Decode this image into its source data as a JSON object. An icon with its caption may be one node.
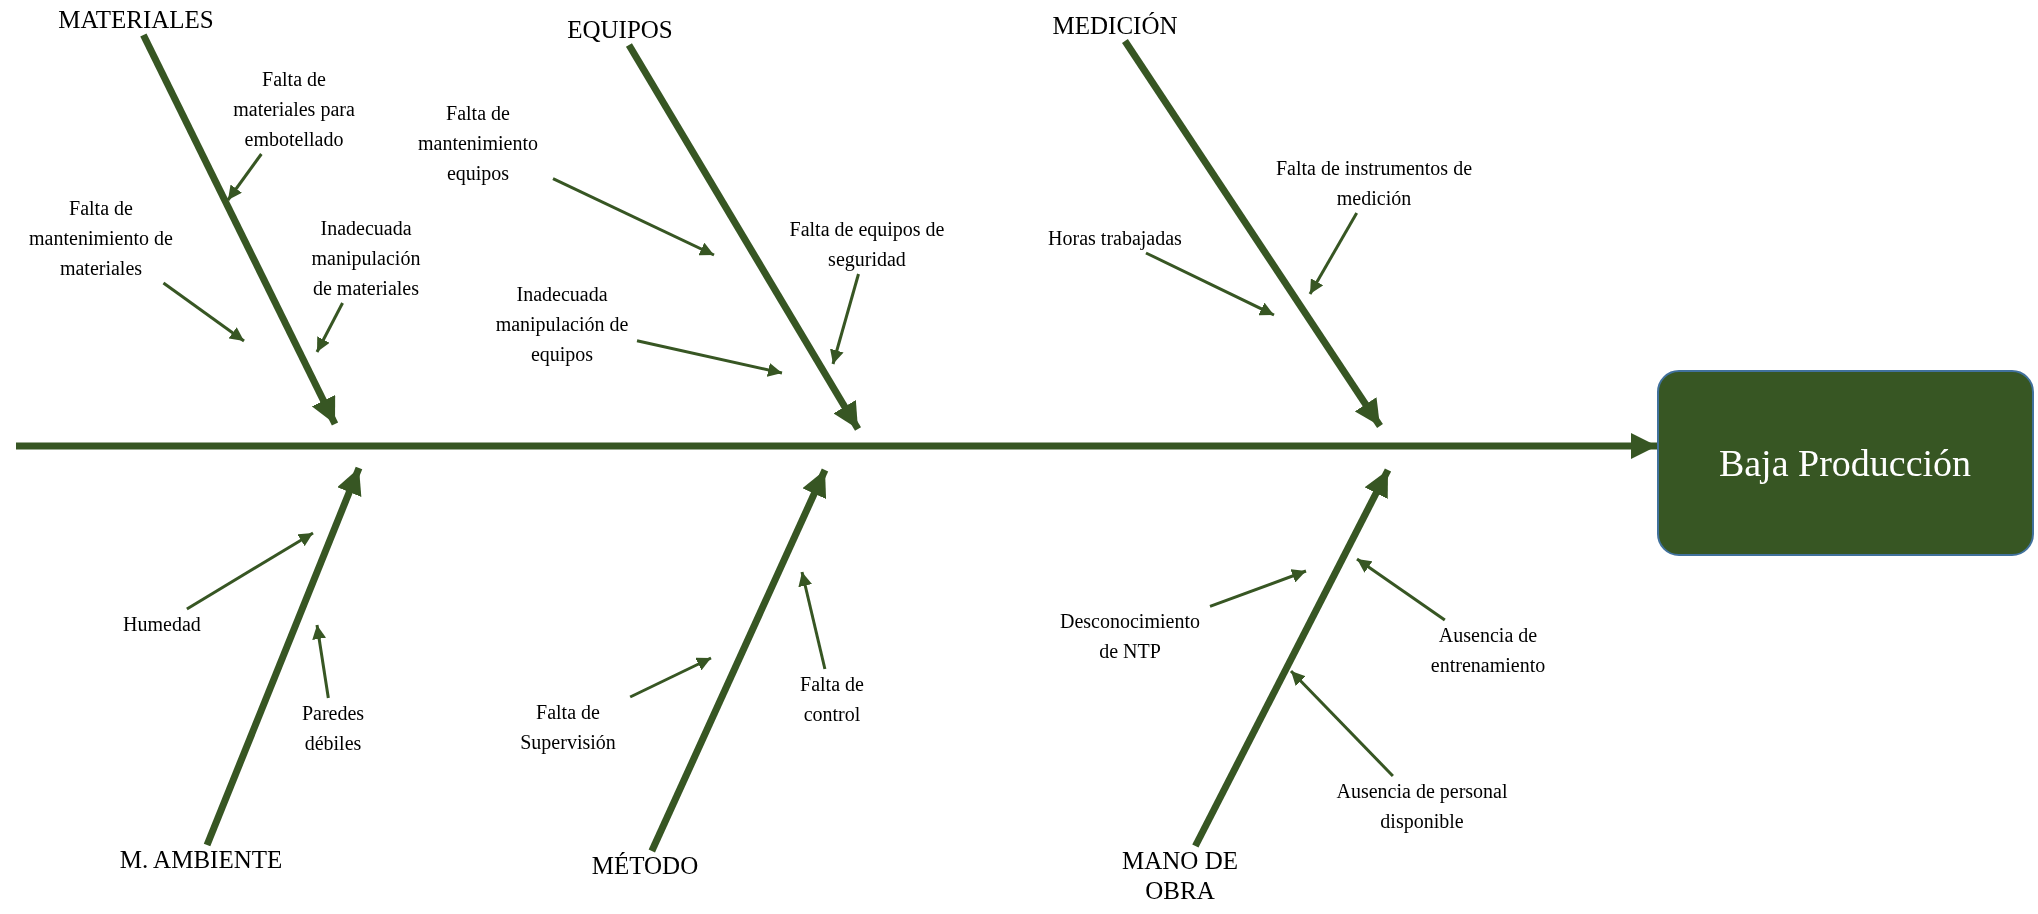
{
  "diagram": {
    "nodes": [
      {
        "text": [
          "MATERIALES"
        ]
      },
      {
        "text": [
          "Falta de materiales para embotellado"
        ]
      },
      {
        "text": [
          "Falta de mantenimiento de materiales"
        ]
      },
      {
        "text": [
          "Inadecuada manipulación de materiales"
        ]
      },
      {
        "text": [
          "EQUIPOS"
        ]
      },
      {
        "text": [
          "Falta de mantenimiento equipos"
        ]
      },
      {
        "text": [
          "Inadecuada manipulación de equipos"
        ]
      },
      {
        "text": [
          "Falta de equipos de seguridad"
        ]
      },
      {
        "text": [
          "MEDICIÓN"
        ]
      },
      {
        "text": [
          "Horas trabajadas"
        ]
      },
      {
        "text": [
          "Falta de instrumentos de medición"
        ]
      },
      {
        "text": [
          "Baja Producción"
        ]
      },
      {
        "text": [
          "Humedad"
        ]
      },
      {
        "text": [
          "Paredes débiles"
        ]
      },
      {
        "text": [
          "M. AMBIENTE"
        ]
      },
      {
        "text": [
          "Falta de Supervisión"
        ]
      },
      {
        "text": [
          "Falta de control"
        ]
      },
      {
        "text": [
          "MÉTODO"
        ]
      },
      {
        "text": [
          "Desconocimiento de NTP"
        ]
      },
      {
        "text": [
          "Ausencia de entrenamiento"
        ]
      },
      {
        "text": [
          "Ausencia de personal disponible"
        ]
      },
      {
        "text": [
          "MANO DE OBRA"
        ]
      }
    ],
    "edges": [
      {
        "from": null,
        "to": 11,
        "arrow": "to",
        "style": "thick"
      },
      {
        "from": 0,
        "to": null,
        "arrow": "to",
        "style": "thick"
      },
      {
        "from": 1,
        "to": null,
        "arrow": "to"
      },
      {
        "from": 2,
        "to": null,
        "arrow": "to"
      },
      {
        "from": 3,
        "to": null,
        "arrow": "to"
      },
      {
        "from": 4,
        "to": null,
        "arrow": "to",
        "style": "thick"
      },
      {
        "from": 5,
        "to": null,
        "arrow": "to"
      },
      {
        "from": 6,
        "to": null,
        "arrow": "to"
      },
      {
        "from": 7,
        "to": null,
        "arrow": "to"
      },
      {
        "from": 8,
        "to": null,
        "arrow": "to",
        "style": "thick"
      },
      {
        "from": 9,
        "to": null,
        "arrow": "to"
      },
      {
        "from": 10,
        "to": null,
        "arrow": "to"
      },
      {
        "from": 12,
        "to": null,
        "arrow": "to"
      },
      {
        "from": 13,
        "to": null,
        "arrow": "to"
      },
      {
        "from": 14,
        "to": null,
        "arrow": "to",
        "style": "thick"
      },
      {
        "from": 15,
        "to": null,
        "arrow": "to"
      },
      {
        "from": 16,
        "to": null,
        "arrow": "to"
      },
      {
        "from": 17,
        "to": null,
        "arrow": "to",
        "style": "thick"
      },
      {
        "from": 18,
        "to": null,
        "arrow": "to"
      },
      {
        "from": 19,
        "to": null,
        "arrow": "to"
      },
      {
        "from": 20,
        "to": null,
        "arrow": "to"
      },
      {
        "from": 21,
        "to": null,
        "arrow": "to",
        "style": "thick"
      }
    ]
  }
}
